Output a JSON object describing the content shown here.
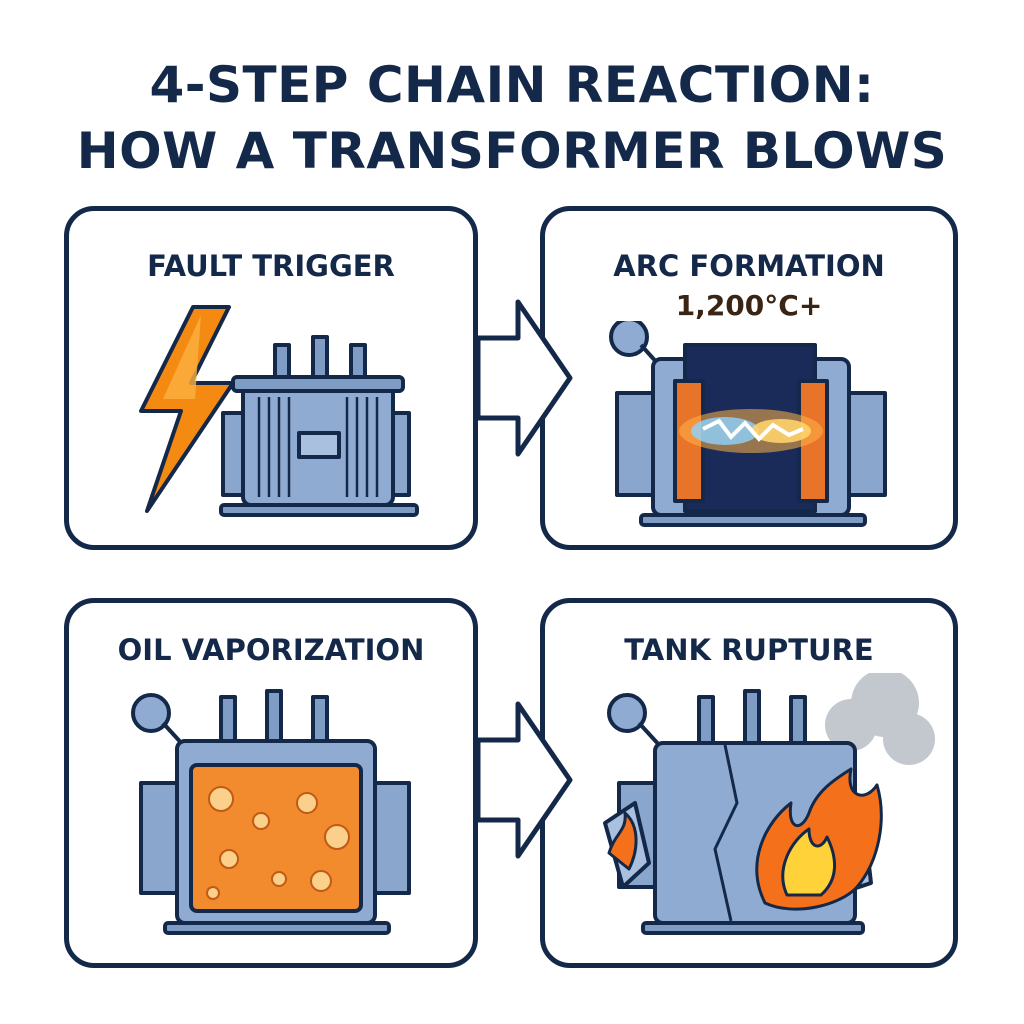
{
  "title": {
    "line1": "4-STEP CHAIN REACTION:",
    "line2": "HOW A TRANSFORMER BLOWS"
  },
  "steps": [
    {
      "label": "FAULT TRIGGER",
      "icon": "lightning-bolt-icon"
    },
    {
      "label": "ARC FORMATION",
      "detail": "1,200°C+",
      "icon": "electric-arc-icon"
    },
    {
      "label": "OIL VAPORIZATION",
      "icon": "boiling-oil-icon"
    },
    {
      "label": "TANK RUPTURE",
      "icon": "fire-explosion-icon"
    }
  ],
  "colors": {
    "outline": "#14294a",
    "steel": "#7f9cc4",
    "bolt": "#f58a12",
    "oil": "#f28a2e",
    "fire": "#f5701a"
  }
}
